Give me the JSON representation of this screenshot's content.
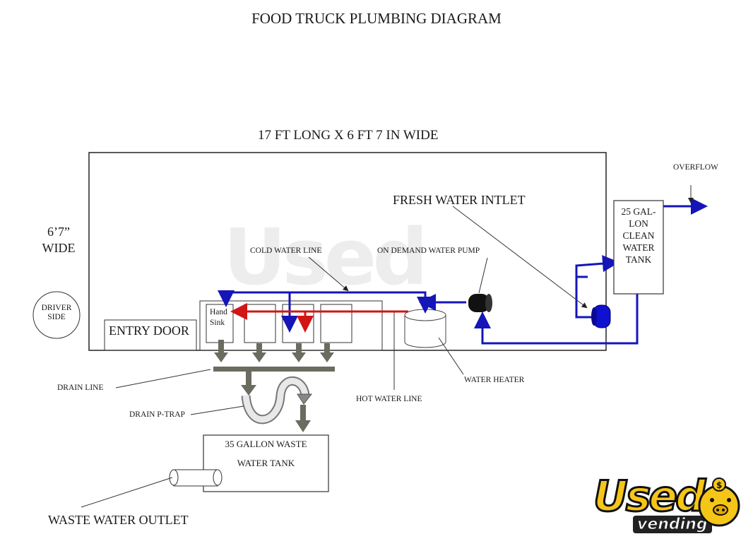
{
  "title": "FOOD TRUCK PLUMBING DIAGRAM",
  "dimensions": "17 FT LONG X 6 FT 7 IN WIDE",
  "width_label_line1": "6’7”",
  "width_label_line2": "WIDE",
  "driver_side_line1": "DRIVER",
  "driver_side_line2": "SIDE",
  "entry_door": "ENTRY DOOR",
  "hand_sink_line1": "Hand",
  "hand_sink_line2": "Sink",
  "cold_water_line": "COLD WATER LINE",
  "on_demand_pump": "ON DEMAND WATER PUMP",
  "fresh_water_inlet": "FRESH WATER INTLET",
  "overflow": "OVERFLOW",
  "clean_tank": "25 GAL-LON CLEAN WATER TANK",
  "clean_tank_lines": [
    "25 GAL-",
    "LON",
    "CLEAN",
    "WATER",
    "TANK"
  ],
  "drain_line": "DRAIN LINE",
  "drain_ptrap": "DRAIN P-TRAP",
  "hot_water_line": "HOT WATER LINE",
  "water_heater": "WATER HEATER",
  "waste_tank_line1": "35 GALLON WASTE",
  "waste_tank_line2": "WATER TANK",
  "waste_outlet": "WASTE WATER OUTLET",
  "logo": {
    "word1": "Used",
    "word2": "vending"
  },
  "watermark": "Used",
  "colors": {
    "cold": "#1515b8",
    "hot": "#d21515",
    "drain": "#6b6b60",
    "pump": "#111111",
    "inlet": "#1010d0",
    "logo_yellow": "#f5c518"
  }
}
